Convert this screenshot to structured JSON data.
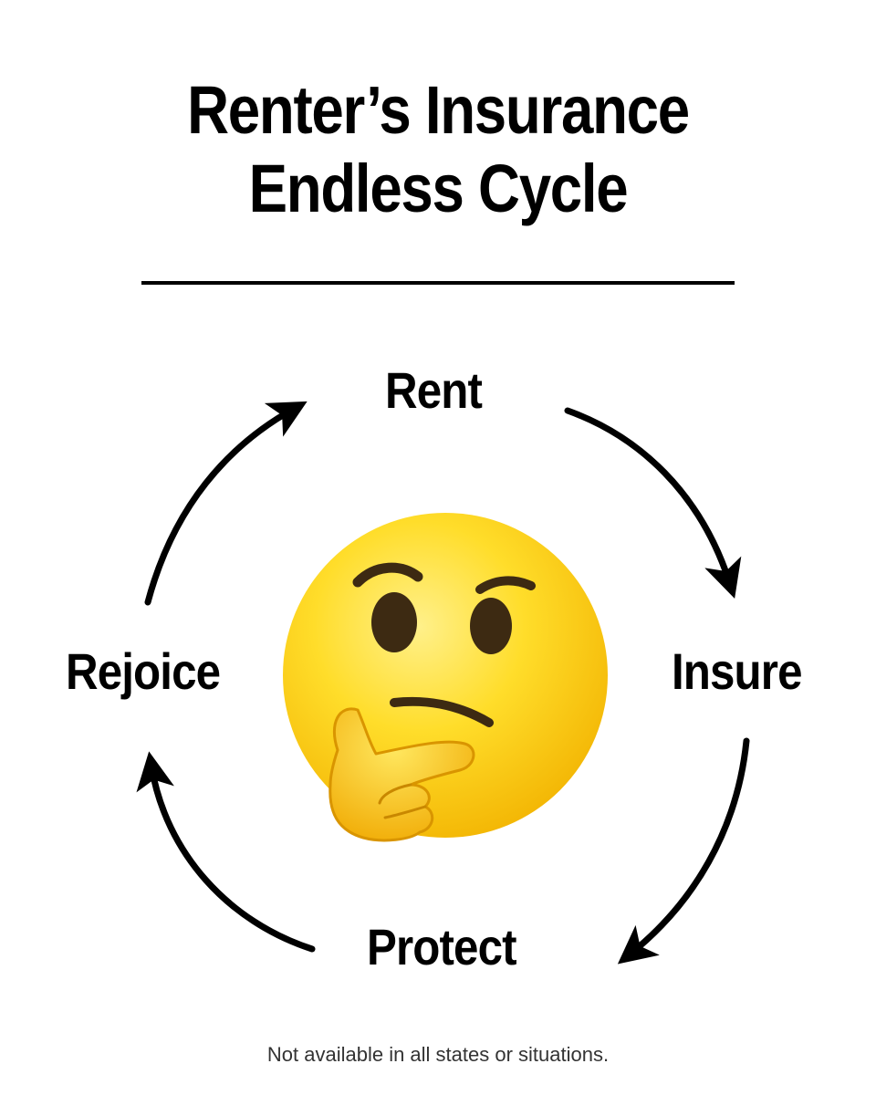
{
  "header": {
    "title_line1": "Renter’s Insurance",
    "title_line2": "Endless Cycle"
  },
  "cycle": {
    "steps": [
      {
        "label": "Rent"
      },
      {
        "label": "Insure"
      },
      {
        "label": "Protect"
      },
      {
        "label": "Rejoice"
      }
    ],
    "arrow_color": "#000000"
  },
  "emoji": {
    "icon": "thinking-face-icon",
    "face_color": "#FFD21F",
    "feature_color": "#3D2A12"
  },
  "footer": {
    "disclaimer": "Not available in all states or situations."
  }
}
